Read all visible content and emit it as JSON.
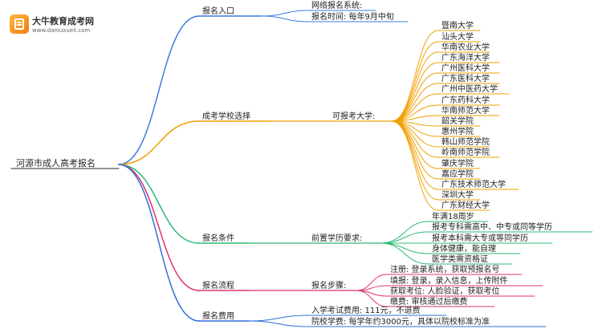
{
  "brand": {
    "title": "大牛教育成考网",
    "url": "www.daniuxueli.com"
  },
  "root": "河源市成人高考报名",
  "colors": {
    "entry": "#3b7ddd",
    "schools": "#f0a000",
    "conditions": "#2eb872",
    "process": "#e0326e",
    "fees": "#2f6fd6"
  },
  "branches": {
    "entry": {
      "label": "报名入口",
      "items": [
        "网络报名系统:",
        "报名时间: 每年9月中旬"
      ]
    },
    "schools": {
      "label": "成考学校选择",
      "sub": "可报考大学:",
      "items": [
        "暨南大学",
        "汕头大学",
        "华南农业大学",
        "广东海洋大学",
        "广州医科大学",
        "广东医科大学",
        "广州中医药大学",
        "广东药科大学",
        "华南师范大学",
        "韶关学院",
        "惠州学院",
        "韩山师范学院",
        "岭南师范学院",
        "肇庆学院",
        "嘉应学院",
        "广东技术师范大学",
        "深圳大学",
        "广东财经大学"
      ]
    },
    "conditions": {
      "label": "报名条件",
      "sub": "前置学历要求:",
      "items": [
        "年满18周岁",
        "报考专科需高中、中专或同等学历",
        "报考本科需大专或等同学历",
        "身体健康，能自理",
        "医学类需资格证"
      ]
    },
    "process": {
      "label": "报名流程",
      "sub": "报名步骤:",
      "items": [
        "注册: 登录系统，获取预报名号",
        "填报: 登录，录入信息，上传附件",
        "获取考位: 人脸验证，获取考位",
        "缴费: 审核通过后缴费"
      ]
    },
    "fees": {
      "label": "报名费用",
      "items": [
        "入学考试费用: 111元，不退费",
        "院校学费: 每学年约3000元，具体以院校标准为准"
      ]
    }
  }
}
